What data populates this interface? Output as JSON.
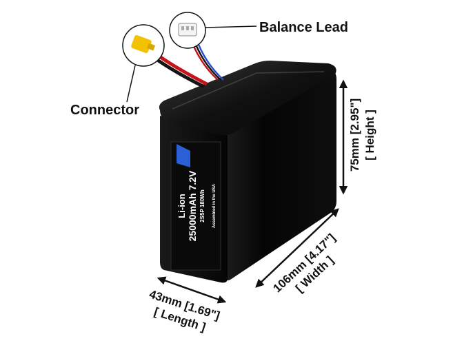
{
  "callouts": {
    "balance_lead": "Balance Lead",
    "connector": "Connector"
  },
  "dimensions": {
    "height_value": "75mm [2.95\"]",
    "height_name": "[ Height ]",
    "width_value": "106mm [4.17\"]",
    "width_name": "[ Width ]",
    "length_value": "43mm [1.69\"]",
    "length_name": "[ Length ]"
  },
  "label": {
    "chemistry": "Li-ion",
    "capacity_voltage": "25000mAh 7.2V",
    "config": "2S5P 180Wh",
    "origin": "Assembled in the USA"
  },
  "colors": {
    "pack_body": "#0b0b0b",
    "label_accent": "#2a5fd6",
    "connector_yellow": "#f2c200",
    "wire_red": "#c4141a",
    "wire_black": "#151515",
    "wire_blue": "#2b4fd0"
  }
}
